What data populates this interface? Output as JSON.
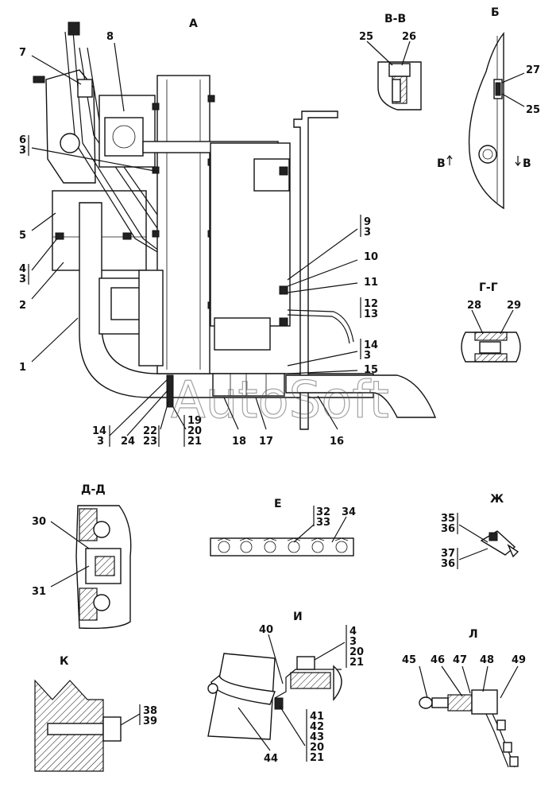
{
  "views": {
    "a": "А",
    "vv": "В-В",
    "b": "Б",
    "gg": "Г-Г",
    "dd": "Д-Д",
    "e": "Е",
    "zh": "Ж",
    "k": "К",
    "i": "И",
    "l": "Л"
  },
  "section_marks": {
    "left": "В",
    "right": "В"
  },
  "callouts": {
    "c1": "1",
    "c2": "2",
    "c5": "5",
    "c7": "7",
    "c8": "8",
    "c10": "10",
    "c11": "11",
    "c15": "15",
    "c16": "16",
    "c17": "17",
    "c18": "18",
    "c24": "24",
    "c25a": "25",
    "c26": "26",
    "c27": "27",
    "c25b": "25",
    "c28": "28",
    "c29": "29",
    "c30": "30",
    "c31": "31",
    "c34": "34",
    "c40": "40",
    "c44": "44",
    "c45": "45",
    "c46": "46",
    "c47": "47",
    "c48": "48",
    "c49": "49"
  },
  "stacks": {
    "s63": [
      "6",
      "3"
    ],
    "s43": [
      "4",
      "3"
    ],
    "s93": [
      "9",
      "3"
    ],
    "s1213": [
      "12",
      "13"
    ],
    "s143r": [
      "14",
      "3"
    ],
    "s143l": [
      "14",
      "3"
    ],
    "s2223": [
      "22",
      "23"
    ],
    "s192021": [
      "19",
      "20",
      "21"
    ],
    "s3233": [
      "32",
      "33"
    ],
    "s3536": [
      "35",
      "36"
    ],
    "s3736": [
      "37",
      "36"
    ],
    "s3839": [
      "38",
      "39"
    ],
    "s432021": [
      "4",
      "3",
      "20",
      "21"
    ],
    "s4142": [
      "41",
      "42",
      "43",
      "20",
      "21"
    ]
  },
  "watermark": "AutoSoft"
}
